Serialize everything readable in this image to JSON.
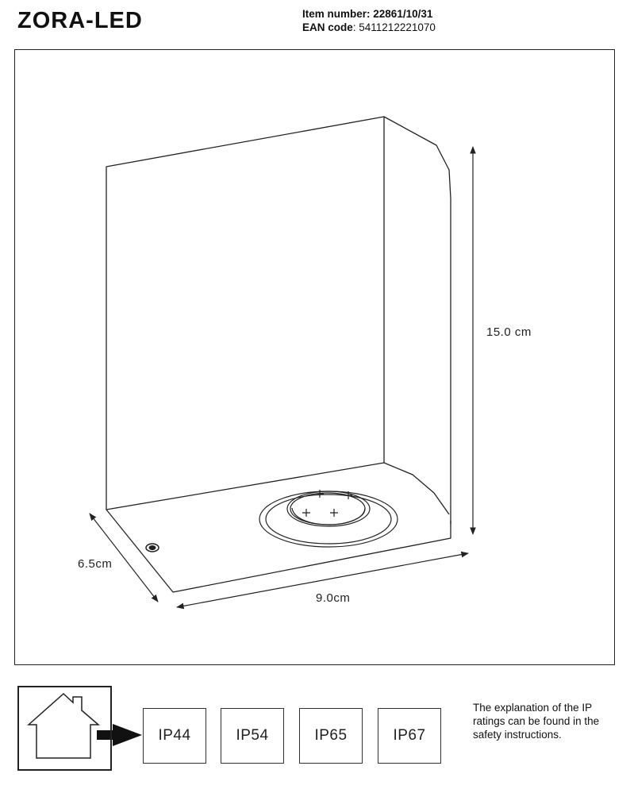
{
  "header": {
    "product_name": "ZORA-LED",
    "item_number_label": "Item number:",
    "item_number_value": "22861/10/31",
    "ean_label": "EAN code",
    "ean_value": ": 5411212221070"
  },
  "drawing": {
    "height_label": "15.0 cm",
    "depth_label": "6.5cm",
    "width_label": "9.0cm"
  },
  "ip_ratings": [
    "IP44",
    "IP54",
    "IP65",
    "IP67"
  ],
  "note": "The explanation of the IP ratings can be found in the safety instructions."
}
